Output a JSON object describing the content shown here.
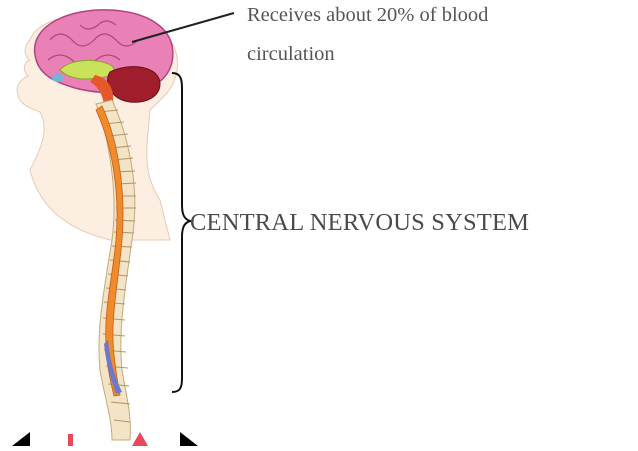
{
  "annotation": {
    "line1": "Receives about 20% of blood",
    "line2": "circulation"
  },
  "label": {
    "system": "CENTRAL NERVOUS SYSTEM"
  },
  "colors": {
    "brain": "#e87fb4",
    "cerebellum": "#a51d2d",
    "spinal_cord": "#f08a2a",
    "vertebrae": "#f2e2c4",
    "skin": "#fbe6d7",
    "arrow_red": "#e8485a"
  }
}
